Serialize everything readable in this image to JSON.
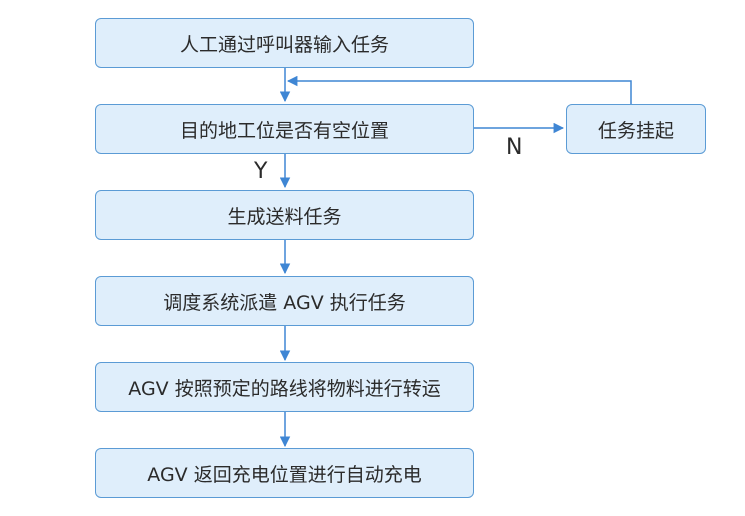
{
  "steps": [
    "人工通过呼叫器输入任务",
    "目的地工位是否有空位置",
    "生成送料任务",
    "调度系统派遣 AGV 执行任务",
    "AGV 按照预定的路线将物料进行转运",
    "AGV 返回充电位置进行自动充电"
  ],
  "side_step": "任务挂起",
  "branch_labels": {
    "yes": "Y",
    "no": "N"
  },
  "colors": {
    "box_fill": "#dfeefb",
    "box_border": "#5b9bd5",
    "arrow": "#3f86d4"
  }
}
